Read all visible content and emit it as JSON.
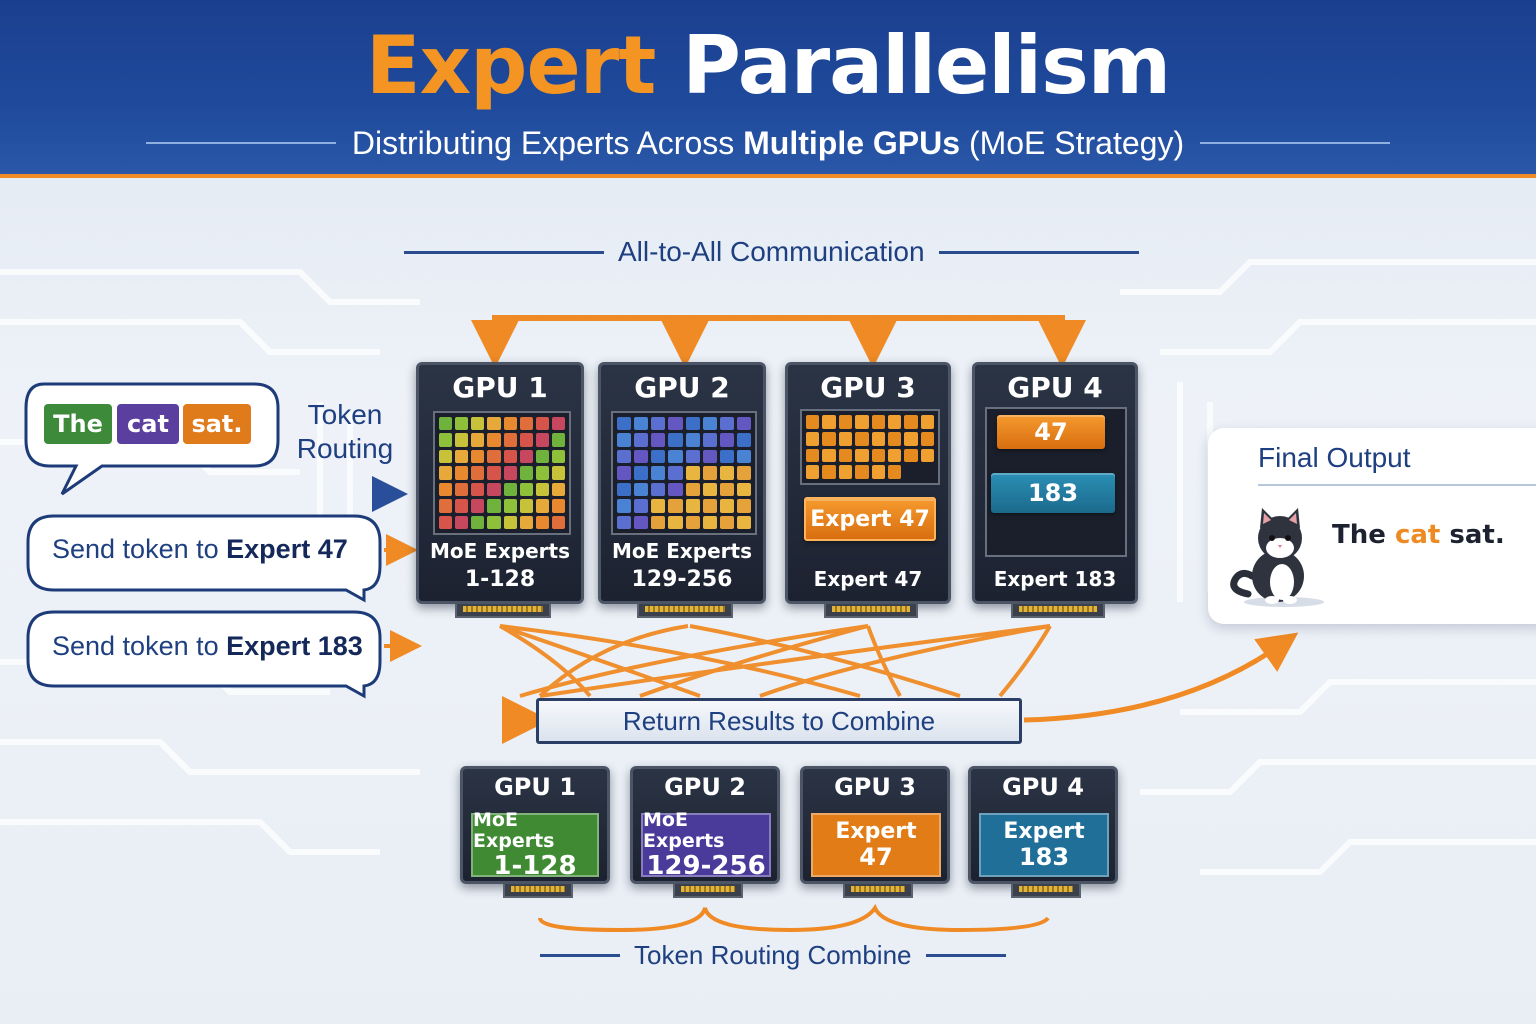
{
  "header": {
    "title_part1": "Expert",
    "title_part2": "Parallelism",
    "subtitle_part1": "Distributing Experts Across",
    "subtitle_bold": "Multiple GPUs",
    "subtitle_part2": "(MoE Strategy)"
  },
  "labels": {
    "all_to_all": "All-to-All Communication",
    "token_routing": "Token Routing",
    "return_results": "Return Results to Combine",
    "token_routing_combine": "Token Routing Combine",
    "final_output": "Final Output"
  },
  "input_tokens": [
    {
      "word": "The",
      "color": "#3d8a3a"
    },
    {
      "word": "cat",
      "color": "#5b3f9e"
    },
    {
      "word": "sat.",
      "color": "#e07b1c"
    }
  ],
  "messages": [
    {
      "prefix": "Send token to",
      "expert": "Expert 47"
    },
    {
      "prefix": "Send token to",
      "expert": "Expert 183"
    }
  ],
  "top_gpus": [
    {
      "name": "GPU 1",
      "caption_line1": "MoE Experts",
      "caption_line2": "1-128"
    },
    {
      "name": "GPU 2",
      "caption_line1": "MoE Experts",
      "caption_line2": "129-256"
    },
    {
      "name": "GPU 3",
      "chip": "Expert 47",
      "caption_line1": "Expert 47"
    },
    {
      "name": "GPU 4",
      "chip_a": "47",
      "chip_b": "183",
      "caption_line1": "Expert 183"
    }
  ],
  "bottom_gpus": [
    {
      "name": "GPU 1",
      "line1": "MoE Experts",
      "line2": "1-128",
      "color": "#3f8a33"
    },
    {
      "name": "GPU 2",
      "line1": "MoE Experts",
      "line2": "129-256",
      "color": "#4a3a9a"
    },
    {
      "name": "GPU 3",
      "line1": "Expert",
      "line2": "47",
      "color": "#e27c17"
    },
    {
      "name": "GPU 4",
      "line1": "Expert",
      "line2": "183",
      "color": "#1f6f99"
    }
  ],
  "output": {
    "word1": "The",
    "word2": "cat",
    "word3": "sat."
  },
  "colors": {
    "accent_orange": "#f08a24",
    "navy": "#1e3f80",
    "header_blue": "#1f4a9c"
  }
}
